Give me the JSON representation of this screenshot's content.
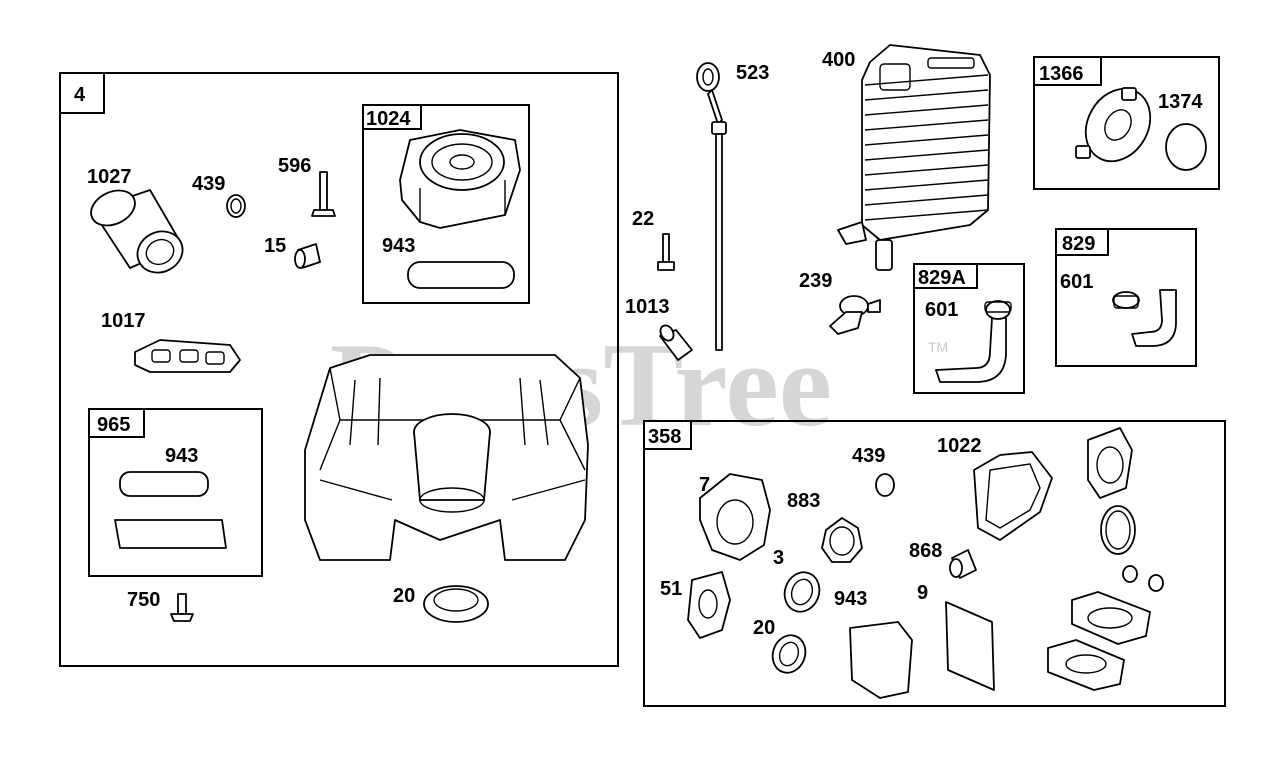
{
  "watermark": {
    "text": "PartsTree",
    "mark": "TM"
  },
  "groups": {
    "g4": "4",
    "g1024": "1024",
    "g965": "965",
    "g1366": "1366",
    "g829A": "829A",
    "g829": "829",
    "g358": "358"
  },
  "labels": {
    "l1027": "1027",
    "l439a": "439",
    "l596": "596",
    "l15": "15",
    "l943a": "943",
    "l1017": "1017",
    "l943b": "943",
    "l750": "750",
    "l20a": "20",
    "l523": "523",
    "l22": "22",
    "l1013": "1013",
    "l400": "400",
    "l239": "239",
    "l1374": "1374",
    "l601a": "601",
    "l601b": "601",
    "l439b": "439",
    "l1022": "1022",
    "l7": "7",
    "l883": "883",
    "l868": "868",
    "l3": "3",
    "l51": "51",
    "l943c": "943",
    "l9": "9",
    "l20b": "20"
  }
}
